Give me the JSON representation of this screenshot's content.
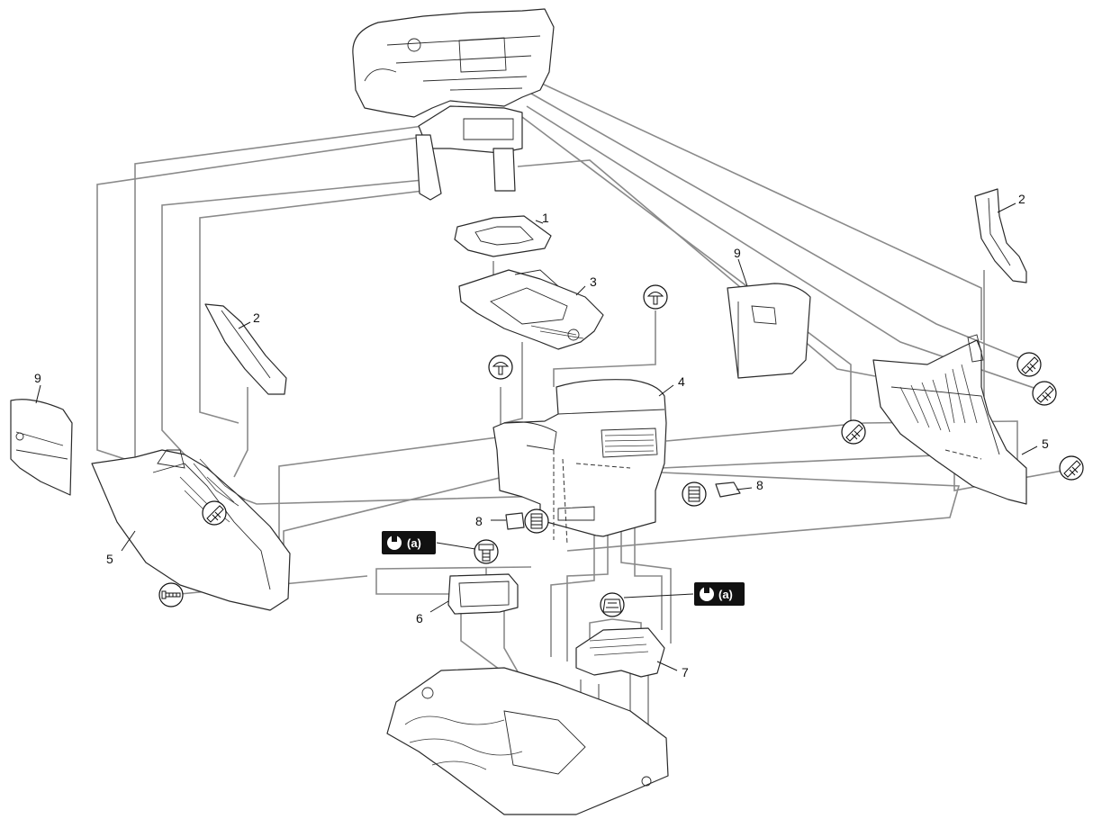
{
  "callouts": {
    "c1": "1",
    "c2a": "2",
    "c2b": "2",
    "c3": "3",
    "c4": "4",
    "c5a": "5",
    "c5b": "5",
    "c6": "6",
    "c7": "7",
    "c8a": "8",
    "c8b": "8",
    "c9a": "9",
    "c9b": "9"
  },
  "torque_badges": {
    "b1": "(a)",
    "b2": "(a)"
  },
  "icons": {
    "wrench": "wrench-icon",
    "screw": "screw-icon",
    "clip": "clip-icon",
    "bolt": "bolt-icon",
    "nut": "nut-icon"
  }
}
